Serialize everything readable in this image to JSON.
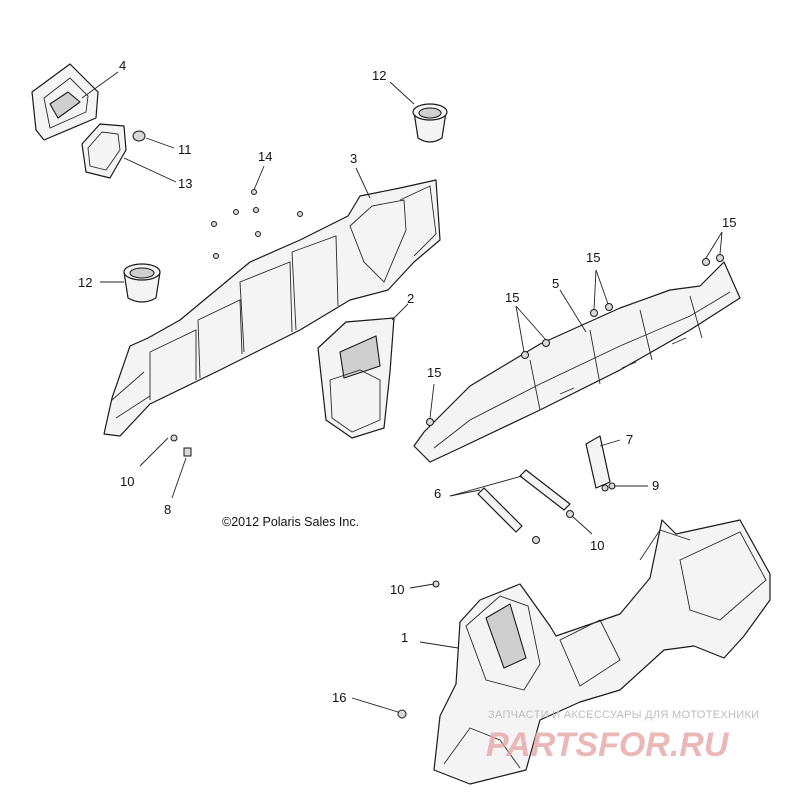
{
  "copyright": "©2012 Polaris Sales Inc.",
  "watermark": {
    "tagline": "ЗАПЧАСТИ И АКСЕССУАРЫ ДЛЯ МОТОТЕХНИКИ",
    "logo": "PARTSFOR.RU",
    "logo_color": "#e7a7a7"
  },
  "callouts": {
    "c1": "1",
    "c2": "2",
    "c3": "3",
    "c4": "4",
    "c5": "5",
    "c6": "6",
    "c7": "7",
    "c8": "8",
    "c9": "9",
    "c10a": "10",
    "c10b": "10",
    "c10c": "10",
    "c11": "11",
    "c12a": "12",
    "c12b": "12",
    "c13": "13",
    "c14": "14",
    "c15a": "15",
    "c15b": "15",
    "c15c": "15",
    "c15d": "15",
    "c16": "16"
  }
}
